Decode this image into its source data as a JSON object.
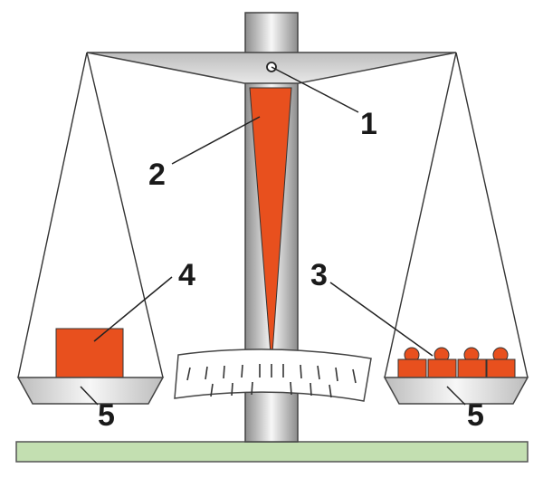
{
  "labels": {
    "fulcrum": "1",
    "pointer": "2",
    "weights": "3",
    "object": "4",
    "pan_left": "5",
    "pan_right": "5"
  },
  "colors": {
    "accent": "#e8501e",
    "base": "#c3dfb1",
    "beam": "#d3d3d3",
    "column_mid": "#f5f5f5",
    "column_edge": "#888888"
  }
}
